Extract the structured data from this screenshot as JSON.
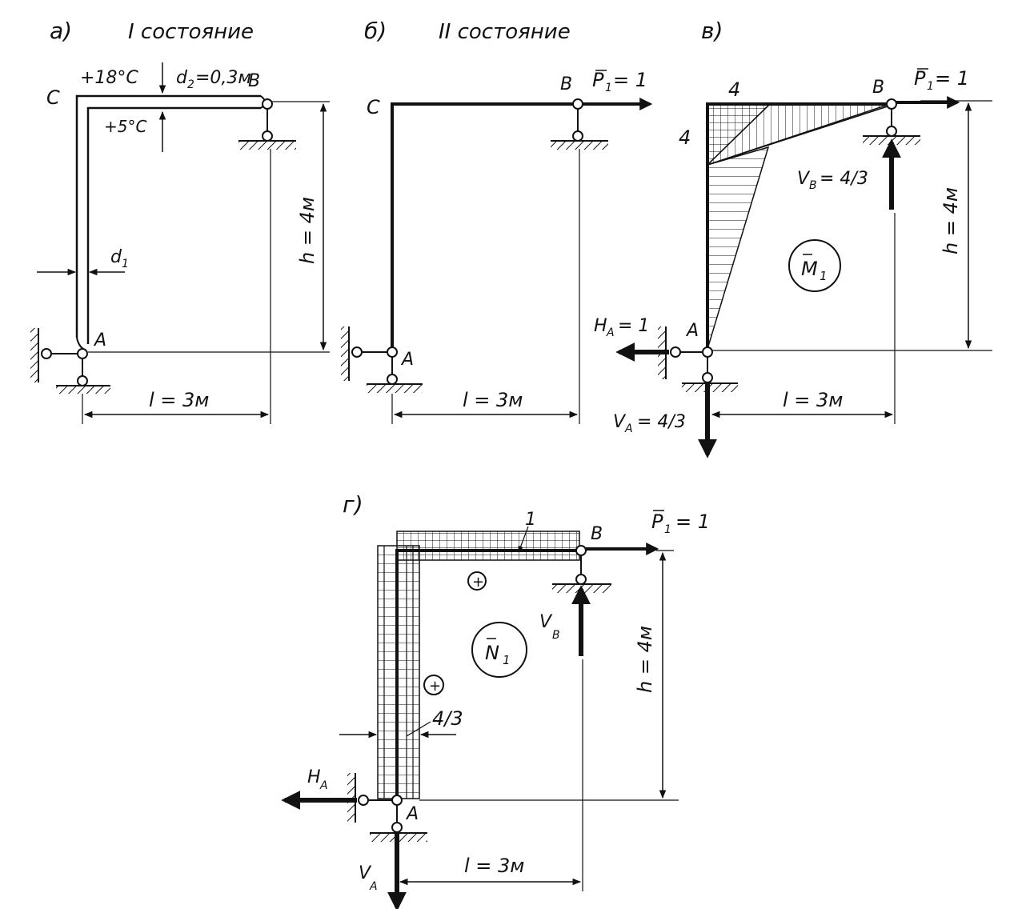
{
  "panels": {
    "a": {
      "letter": "а)",
      "title": "I состояние",
      "temp_top": "+18°C",
      "temp_bottom": "+5°C",
      "d2": "d",
      "d2_sub": "2",
      "d2_val": "=0,3м",
      "d1": "d",
      "d1_sub": "1",
      "h_dim": "h = 4м",
      "l_dim": "l = 3м",
      "node_A": "A",
      "node_B": "B",
      "node_C": "C"
    },
    "b": {
      "letter": "б)",
      "title": "II состояние",
      "load": "P",
      "load_sub": "1",
      "load_val": "= 1",
      "l_dim": "l = 3м",
      "node_A": "A",
      "node_B": "B",
      "node_C": "C"
    },
    "v": {
      "letter": "в)",
      "load": "P",
      "load_sub": "1",
      "load_val": "= 1",
      "moment_top": "4",
      "moment_left": "4",
      "VB": "V",
      "VB_sub": "B",
      "VB_val": "= 4/3",
      "HA": "H",
      "HA_sub": "A",
      "HA_val": "= 1",
      "VA": "V",
      "VA_sub": "A",
      "VA_val": "= 4/3",
      "diagram": "M",
      "diagram_sub": "1",
      "h_dim": "h = 4м",
      "l_dim": "l = 3м",
      "node_A": "A",
      "node_B": "B"
    },
    "g": {
      "letter": "г)",
      "load": "P",
      "load_sub": "1",
      "load_val": "= 1",
      "n_top": "1",
      "n_left": "4/3",
      "plus": "+",
      "VB": "V",
      "VB_sub": "B",
      "HA": "H",
      "HA_sub": "A",
      "VA": "V",
      "VA_sub": "A",
      "diagram": "N",
      "diagram_sub": "1",
      "h_dim": "h = 4м",
      "l_dim": "l = 3м",
      "node_A": "A",
      "node_B": "B"
    }
  }
}
